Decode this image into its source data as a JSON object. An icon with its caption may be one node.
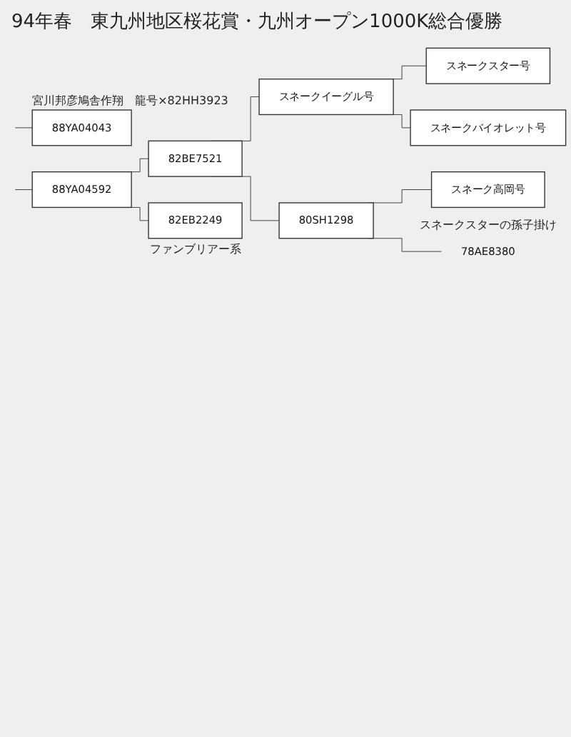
{
  "diagram": {
    "title": "94年春　東九州地区桜花賞・九州オープン1000K総合優勝",
    "nodes": [
      {
        "text": [
          "88YA04043"
        ],
        "beside": [
          "宮川邦彦鳩舎作翔　龍号×82HH3923"
        ]
      },
      {
        "text": [
          "88YA04592"
        ]
      },
      {
        "text": [
          "82BE7521"
        ]
      },
      {
        "text": [
          "スネークイーグル号"
        ]
      },
      {
        "text": [
          "スネークスター号"
        ]
      },
      {
        "text": [
          "スネークバイオレット号"
        ]
      },
      {
        "text": [
          "82EB2249"
        ],
        "beside": [
          "ファンブリアー系"
        ]
      },
      {
        "text": [
          "80SH1298"
        ]
      },
      {
        "text": [
          "スネーク高岡号"
        ]
      },
      {
        "text": [
          "78AE8380"
        ],
        "beside": [
          "スネークスターの孫子掛け"
        ]
      }
    ],
    "edges": [
      {
        "from": null,
        "to": 0,
        "arrow": "none"
      },
      {
        "from": null,
        "to": 1,
        "arrow": "none"
      },
      {
        "from": 1,
        "to": 2,
        "arrow": "none"
      },
      {
        "from": 1,
        "to": 6,
        "arrow": "none"
      },
      {
        "from": 2,
        "to": 3,
        "arrow": "none"
      },
      {
        "from": 2,
        "to": 7,
        "arrow": "none"
      },
      {
        "from": 3,
        "to": 4,
        "arrow": "none"
      },
      {
        "from": 3,
        "to": 5,
        "arrow": "none"
      },
      {
        "from": 7,
        "to": 8,
        "arrow": "none"
      },
      {
        "from": 7,
        "to": 9,
        "arrow": "none"
      }
    ]
  }
}
